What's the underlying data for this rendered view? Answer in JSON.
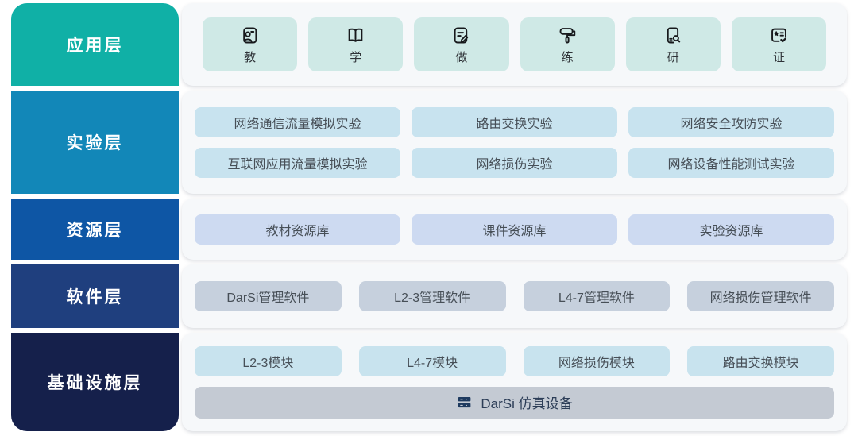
{
  "diagram": {
    "layers": [
      {
        "label": "应用层",
        "band_color": "#10b0a6",
        "tile_bg": "#cfe9e6",
        "items": [
          {
            "icon": "teach-icon",
            "label": "教"
          },
          {
            "icon": "learn-book-icon",
            "label": "学"
          },
          {
            "icon": "do-edit-note-icon",
            "label": "做"
          },
          {
            "icon": "practice-paint-roller-icon",
            "label": "练"
          },
          {
            "icon": "research-book-search-icon",
            "label": "研"
          },
          {
            "icon": "certify-card-check-icon",
            "label": "证"
          }
        ]
      },
      {
        "label": "实验层",
        "band_color": "#1287b8",
        "chip_bg": "#c8e3ef",
        "rows": [
          [
            "网络通信流量模拟实验",
            "路由交换实验",
            "网络安全攻防实验"
          ],
          [
            "互联网应用流量模拟实验",
            "网络损伤实验",
            "网络设备性能测试实验"
          ]
        ]
      },
      {
        "label": "资源层",
        "band_color": "#0e56a5",
        "chip_bg": "#cddaf1",
        "items": [
          "教材资源库",
          "课件资源库",
          "实验资源库"
        ]
      },
      {
        "label": "软件层",
        "band_color": "#1f3f7e",
        "chip_bg": "#c6d0dd",
        "items": [
          "DarSi管理软件",
          "L2-3管理软件",
          "L4-7管理软件",
          "网络损伤管理软件"
        ]
      },
      {
        "label": "基础设施层",
        "band_color": "#15204b",
        "chip_bg": "#c8e3ee",
        "items": [
          "L2-3模块",
          "L4-7模块",
          "网络损伤模块",
          "路由交换模块"
        ],
        "device": {
          "icon": "server-stack-icon",
          "label": "DarSi 仿真设备",
          "bg": "#c4cad3"
        }
      }
    ]
  }
}
